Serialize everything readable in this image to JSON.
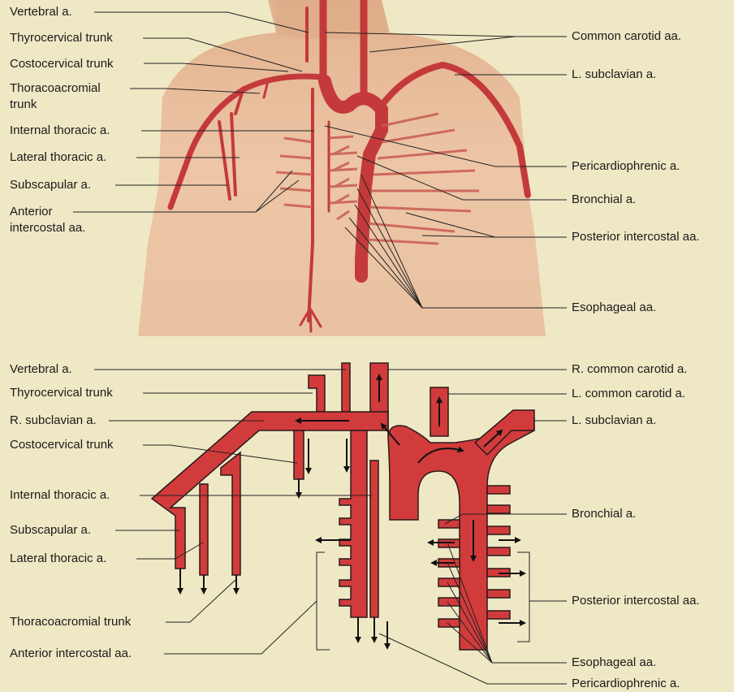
{
  "top_panel": {
    "left_labels": [
      "Vertebral a.",
      "Thyrocervical trunk",
      "Costocervical trunk",
      "Thoracoacromial",
      "trunk",
      "Internal thoracic a.",
      "Lateral thoracic a.",
      "Subscapular a.",
      "Anterior",
      "intercostal aa."
    ],
    "right_labels": [
      "Common carotid aa.",
      "L. subclavian a.",
      "Pericardiophrenic a.",
      "Bronchial a.",
      "Posterior intercostal aa.",
      "Esophageal aa."
    ]
  },
  "bottom_panel": {
    "left_labels": [
      "Vertebral a.",
      "Thyrocervical trunk",
      "R. subclavian a.",
      "Costocervical trunk",
      "Internal thoracic a.",
      "Subscapular a.",
      "Lateral thoracic a.",
      "Thoracoacromial trunk",
      "Anterior intercostal aa."
    ],
    "right_labels": [
      "R. common carotid a.",
      "L. common carotid a.",
      "L. subclavian a.",
      "Bronchial a.",
      "Posterior intercostal aa.",
      "Esophageal aa.",
      "Pericardiophrenic a."
    ]
  },
  "colors": {
    "background": "#efe8c5",
    "artery": "#cc3a3a",
    "skin": "#e8bd9c",
    "leader_line": "#222222"
  }
}
